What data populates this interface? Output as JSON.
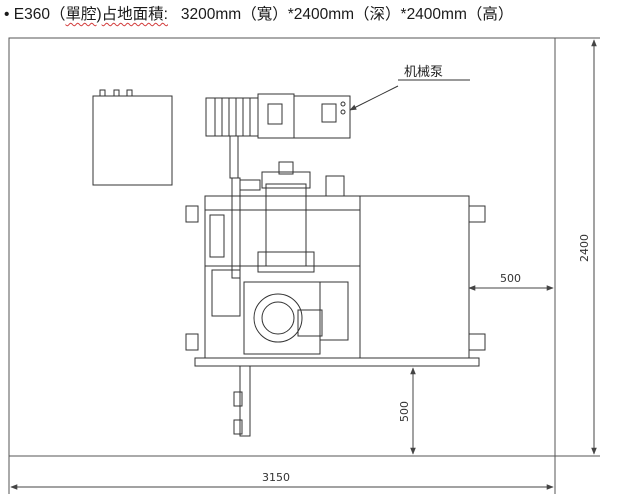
{
  "caption": {
    "bullet": "•",
    "lead": "E360",
    "paren_open": "（",
    "misspelled": "單腔",
    "paren_close": ")",
    "label": "占地面積:",
    "spec": "3200mm（寬）*2400mm（深）*2400mm（高）"
  },
  "labels": {
    "pump": "机械泵",
    "dim_width": "3150",
    "dim_height": "2400",
    "dim_side_clearance": "500",
    "dim_front_clearance": "500"
  },
  "colors": {
    "line": "#333333",
    "dim": "#555555",
    "background": "#ffffff"
  }
}
